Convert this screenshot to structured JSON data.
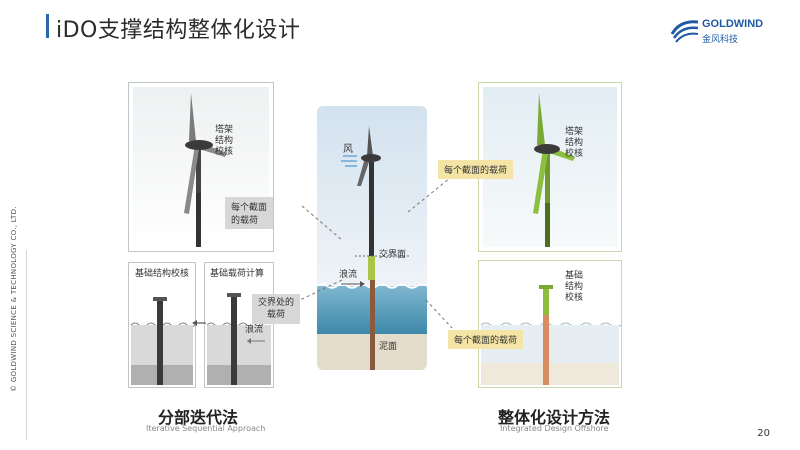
{
  "header": {
    "title": "iDO支撑结构整体化设计",
    "logo_text": "GOLDWIND",
    "logo_sub": "金风科技"
  },
  "sidebar": {
    "copyright": "© GOLDWIND SCIENCE & TECHNOLOGY CO., LTD."
  },
  "left": {
    "tower_label": "塔架\n结构\n校核",
    "load_callout": "每个截面的载荷",
    "foundation_check": "基础结构校核",
    "foundation_calc": "基础载荷计算",
    "interface_callout": "交界处的\n载荷",
    "wave_label": "浪流",
    "heading": "分部迭代法",
    "subheading": "Iterative Sequential Approach"
  },
  "center": {
    "wind_label": "风",
    "interface_label": "交界面",
    "wave_label": "浪流",
    "mud_label": "泥面"
  },
  "right": {
    "tower_label": "塔架\n结构\n校核",
    "load_callout_top": "每个截面的载荷",
    "foundation_label": "基础\n结构\n校核",
    "load_callout_bottom": "每个截面的载荷",
    "heading": "整体化设计方法",
    "subheading": "Integrated Design Offshore"
  },
  "footer": {
    "page_number": "20"
  },
  "colors": {
    "accent_blue": "#2a67b1",
    "green": "#8cbf3f",
    "callout_yellow": "#f4e5a6",
    "callout_gray": "#d7d7d7"
  }
}
